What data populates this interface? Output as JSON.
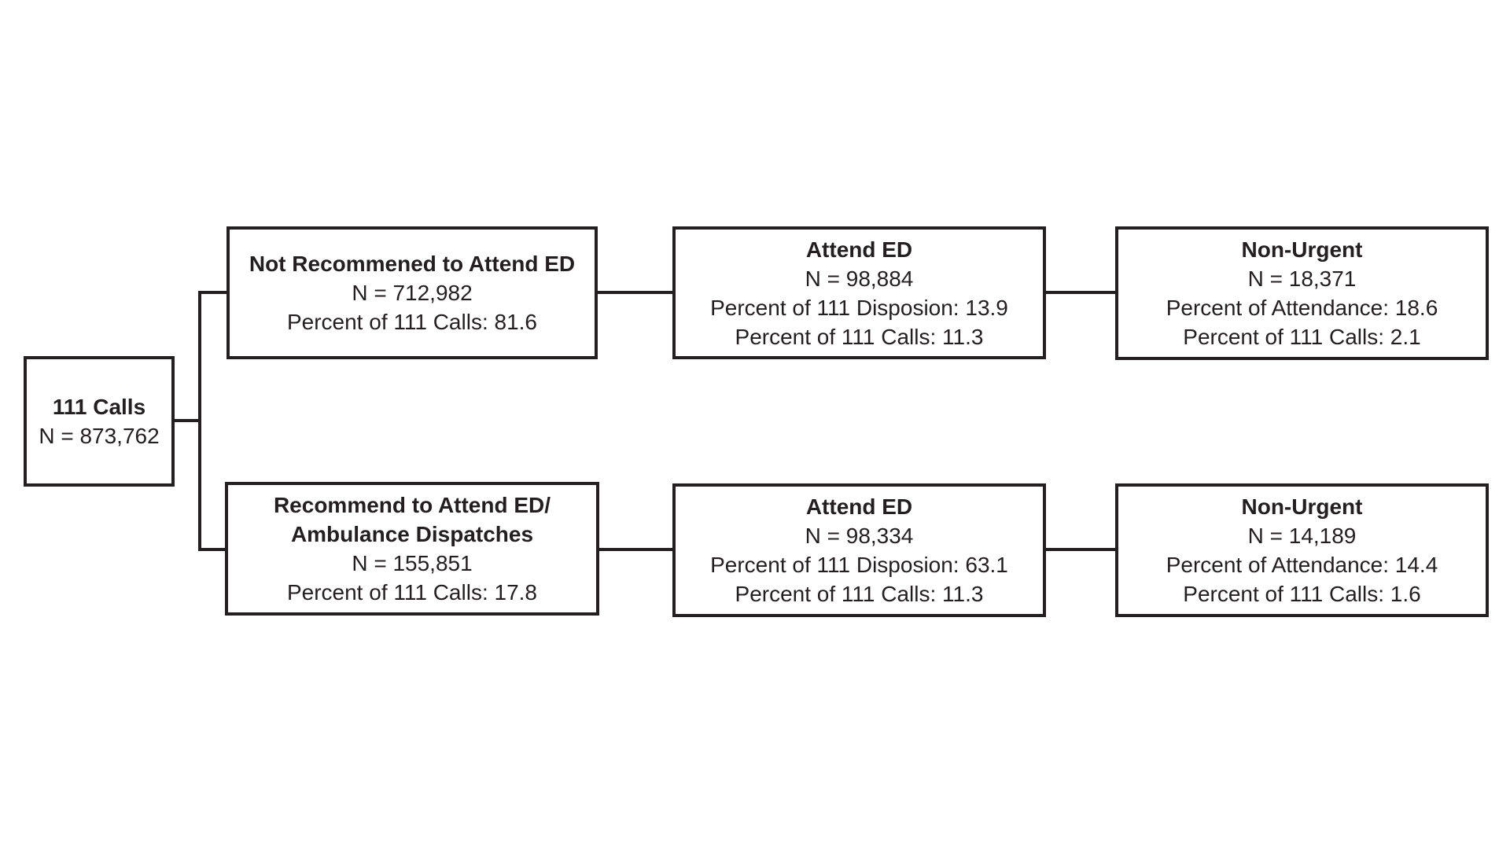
{
  "colors": {
    "ink": "#231f20",
    "background": "#ffffff"
  },
  "diagram": {
    "root": {
      "title": "111 Calls",
      "n": "N = 873,762"
    },
    "top": {
      "branch": {
        "title": "Not Recommened to Attend ED",
        "n": "N = 712,982",
        "pct_calls": "Percent of 111 Calls: 81.6"
      },
      "attend": {
        "title": "Attend ED",
        "n": "N = 98,884",
        "pct_disposition": "Percent of 111 Disposion: 13.9",
        "pct_calls": "Percent of 111 Calls: 11.3"
      },
      "nonurgent": {
        "title": "Non-Urgent",
        "n": "N = 18,371",
        "pct_attendance": "Percent of Attendance: 18.6",
        "pct_calls": "Percent of 111 Calls: 2.1"
      }
    },
    "bottom": {
      "branch": {
        "title_line1": "Recommend to Attend ED/",
        "title_line2": "Ambulance Dispatches",
        "n": "N = 155,851",
        "pct_calls": "Percent of 111 Calls: 17.8"
      },
      "attend": {
        "title": "Attend ED",
        "n": "N = 98,334",
        "pct_disposition": "Percent of 111 Disposion: 63.1",
        "pct_calls": "Percent of 111 Calls: 11.3"
      },
      "nonurgent": {
        "title": "Non-Urgent",
        "n": "N = 14,189",
        "pct_attendance": "Percent of Attendance: 14.4",
        "pct_calls": "Percent of 111 Calls: 1.6"
      }
    }
  }
}
